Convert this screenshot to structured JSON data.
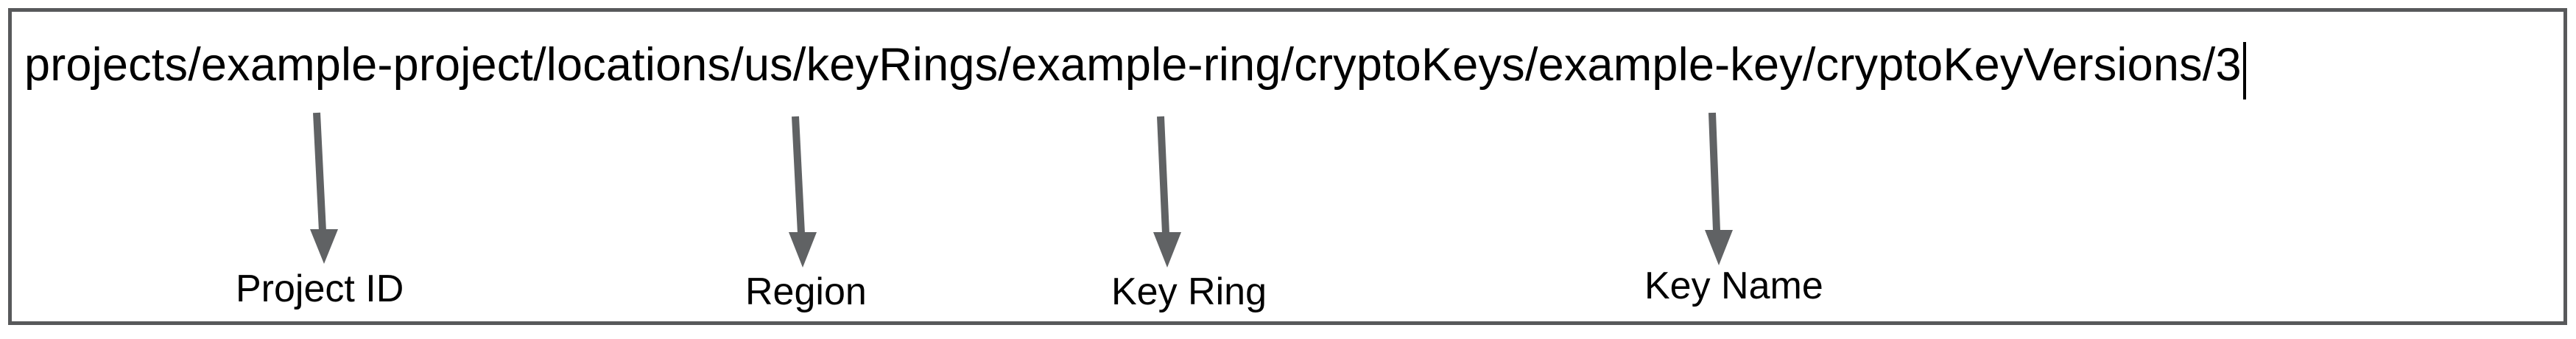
{
  "resource_path": {
    "value": "projects/example-project/locations/us/keyRings/example-ring/cryptoKeys/example-key/cryptoKeyVersions/3",
    "cursor_visible": true
  },
  "annotations": [
    {
      "label": "Project ID",
      "target_segment": "example-project"
    },
    {
      "label": "Region",
      "target_segment": "us"
    },
    {
      "label": "Key Ring",
      "target_segment": "example-ring"
    },
    {
      "label": "Key Name",
      "target_segment": "example-key"
    }
  ],
  "colors": {
    "frame_border": "#58595b",
    "arrow": "#606264",
    "text": "#000000"
  }
}
